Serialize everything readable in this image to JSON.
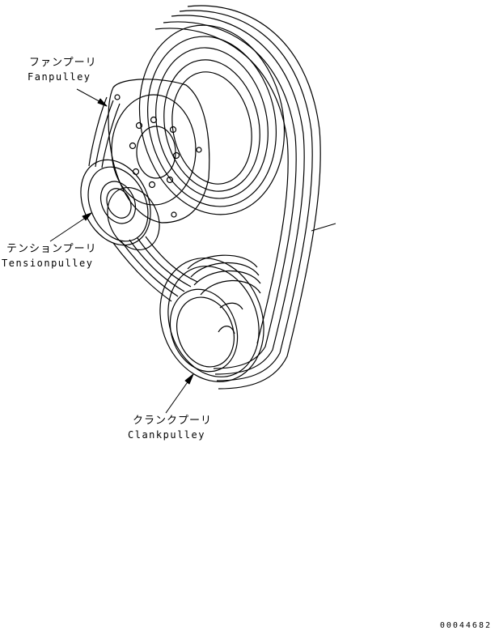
{
  "labels": {
    "fan": {
      "jp": "ファンプーリ",
      "en": "Fanpulley"
    },
    "tension": {
      "jp": "テンションプーリ",
      "en": "Tensionpulley"
    },
    "crank": {
      "jp": "クランクプーリ",
      "en": "Clankpulley"
    }
  },
  "document_id": "00044682",
  "colors": {
    "line": "#000000",
    "background": "#ffffff"
  }
}
